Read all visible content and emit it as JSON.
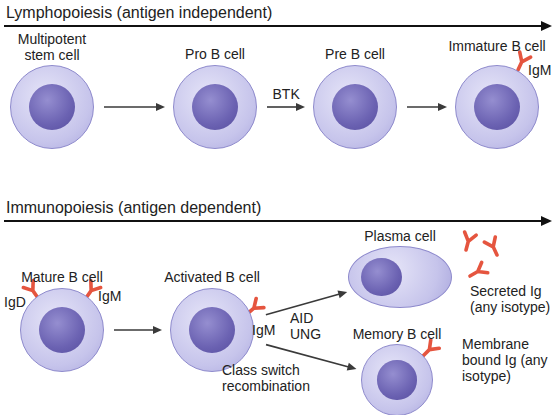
{
  "diagram": {
    "nodes": [
      {
        "text": [
          "Multipotent stem cell"
        ]
      },
      {
        "text": [
          "Pro B cell"
        ]
      },
      {
        "text": [
          "Pre B cell"
        ]
      },
      {
        "text": [
          "Immature B cell"
        ]
      },
      {
        "text": [
          "Mature B cell"
        ]
      },
      {
        "text": [
          "Activated B cell"
        ]
      },
      {
        "text": [
          "Plasma cell"
        ]
      },
      {
        "text": [
          "Memory B cell"
        ]
      }
    ],
    "edges": [
      {
        "from": 0,
        "to": 1,
        "arrow": "to"
      },
      {
        "from": 1,
        "to": 2,
        "label": "BTK",
        "arrow": "to"
      },
      {
        "from": 2,
        "to": 3,
        "arrow": "to"
      },
      {
        "from": 4,
        "to": 5,
        "arrow": "to"
      },
      {
        "from": 5,
        "to": 6,
        "arrow": "to"
      },
      {
        "from": 5,
        "to": 7,
        "arrow": "to"
      }
    ],
    "labels": [
      "Lymphopoiesis (antigen independent)",
      "IgM",
      "Immunopoiesis (antigen dependent)",
      "IgD",
      "IgM",
      "IgM",
      "AID UNG",
      "Class switch recombination",
      "Secreted Ig (any isotype)",
      "Membrane bound Ig (any isotype)"
    ]
  }
}
